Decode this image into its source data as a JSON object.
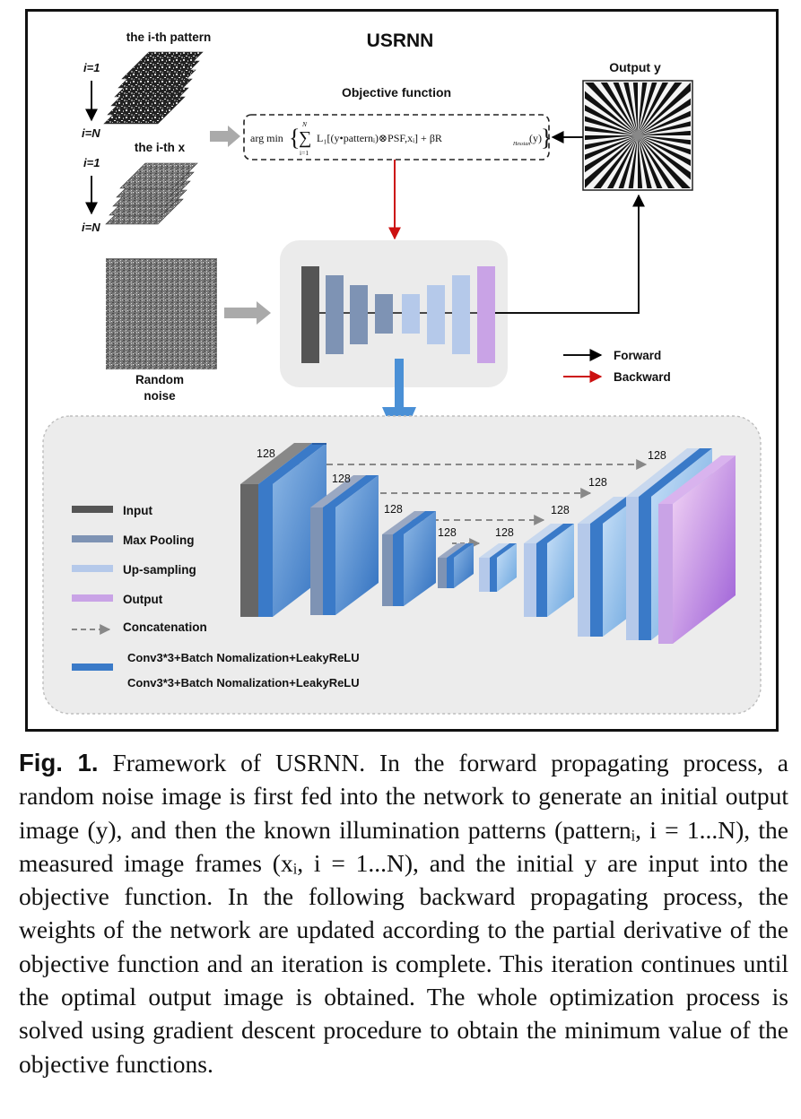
{
  "figure": {
    "title": "USRNN",
    "pattern_label": "the i-th pattern",
    "x_label": "the i-th x",
    "index_start": "i=1",
    "index_end": "i=N",
    "objective_title": "Objective function",
    "objective_formula": {
      "argmin": "arg min",
      "sum_upper": "N",
      "sum_lower": "i=1",
      "term": "L₁[(y•patternᵢ)⊗PSF,xᵢ] + βR",
      "reg_subscript": "Hessian",
      "reg_arg": "(y)"
    },
    "output_label": "Output y",
    "noise_label_line1": "Random",
    "noise_label_line2": "noise",
    "arrow_legend": {
      "forward": "Forward",
      "backward": "Backward"
    },
    "channel_labels": [
      "128",
      "128",
      "128",
      "128",
      "128",
      "128",
      "128",
      "128"
    ],
    "legend": {
      "input": "Input",
      "max_pooling": "Max Pooling",
      "up_sampling": "Up-sampling",
      "output": "Output",
      "concatenation": "Concatenation",
      "conv_line1": "Conv3*3+Batch Nomalization+LeakyReLU",
      "conv_line2": "Conv3*3+Batch Nomalization+LeakyReLU"
    },
    "colors": {
      "input": "#555555",
      "max_pooling": "#7e93b4",
      "up_sampling": "#b5c9ea",
      "output": "#c9a3e6",
      "conv": "#3a7ac8",
      "backward": "#cc1111"
    }
  },
  "caption": {
    "label": "Fig. 1.",
    "text": "Framework of USRNN. In the forward propagating process, a random noise image is first fed into the network to generate an initial output image (y), and then the known illumination patterns (patternᵢ, i = 1...N), the measured image frames (xᵢ, i = 1...N), and the initial y are input into the objective function. In the following backward propagating process, the weights of the network are updated according to the partial derivative of the objective function and an iteration is complete. This iteration continues until the optimal output image is obtained. The whole optimization process is solved using gradient descent procedure to obtain the minimum value of the objective functions."
  }
}
